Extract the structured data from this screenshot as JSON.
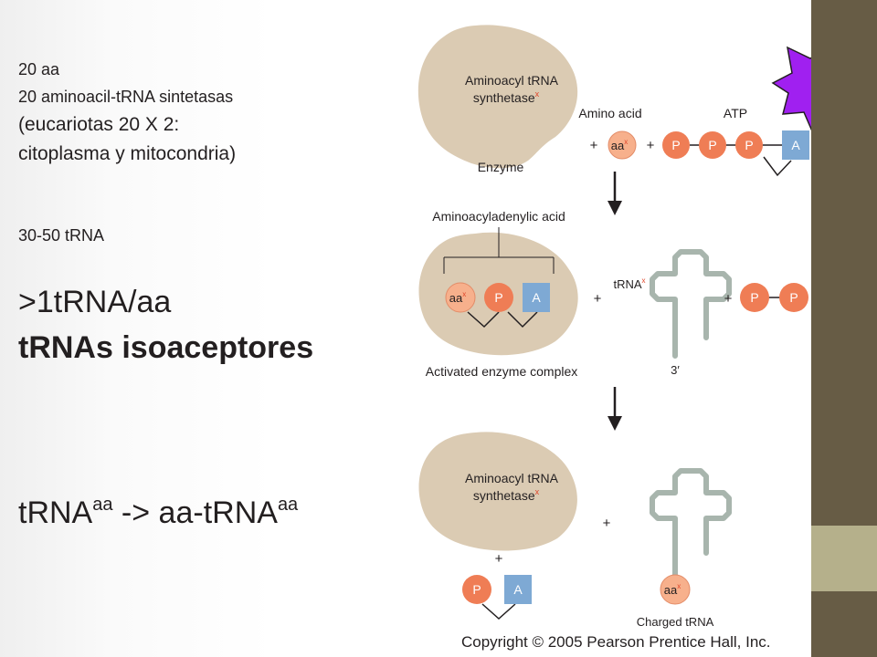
{
  "left_text": {
    "line1": "20 aa",
    "line2": "20 aminoacil-tRNA sintetasas",
    "line3": "(eucariotas 20 X 2:",
    "line4": "citoplasma y mitocondria)",
    "line5": "30-50 tRNA",
    "line6": ">1tRNA/aa",
    "line7": "tRNAs isoaceptores"
  },
  "equation": {
    "part1": "tRNA",
    "sup1": "aa",
    "part2": " -> aa-tRNA",
    "sup2": "aa"
  },
  "figure": {
    "enzyme_label_line1": "Aminoacyl tRNA",
    "enzyme_label_line2": "synthetase",
    "superscript_x": "x",
    "enzyme_caption": "Enzyme",
    "amino_acid_label": "Amino acid",
    "atp_label": "ATP",
    "aa": "aa",
    "p": "P",
    "a": "A",
    "plus": "+",
    "aminoacyladenylic_label": "Aminoacyladenylic acid",
    "trna_label": "tRNA",
    "three_prime": "3′",
    "activated_complex_label": "Activated enzyme complex",
    "charged_trna_label": "Charged tRNA",
    "copyright": "Copyright © 2005 Pearson Prentice Hall, Inc."
  },
  "colors": {
    "sidebar": "#675c45",
    "sidebar_accent": "#b5b08b",
    "enzyme_fill": "#dbcbb3",
    "phosphate_fill": "#ef7d55",
    "adenosine_fill": "#7ea9d4",
    "amino_acid_fill": "#f7b08c",
    "trna_stroke": "#a8b5ad",
    "starburst": "#a020f0",
    "superscript": "#e0452a"
  }
}
